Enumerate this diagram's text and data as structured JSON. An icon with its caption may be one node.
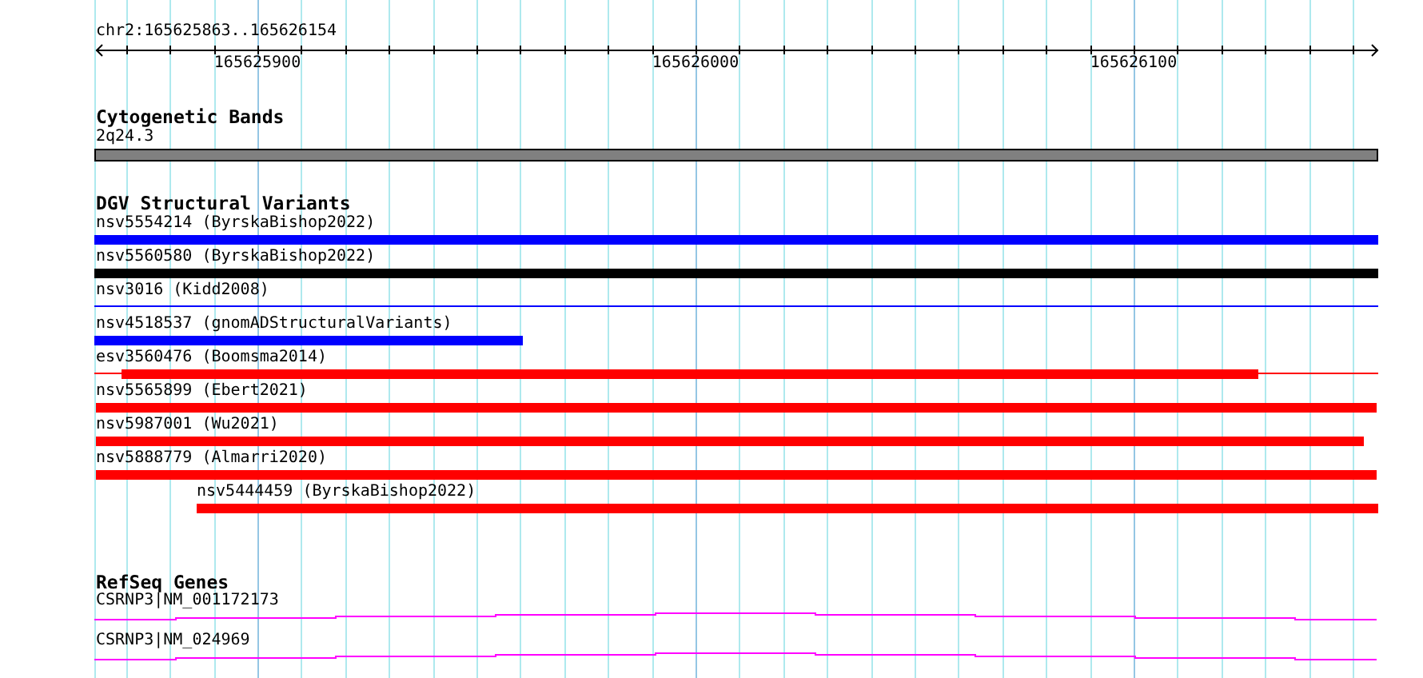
{
  "diagram": {
    "nodes": [
      {
        "text": [
          "2q24.3"
        ]
      },
      {
        "text": [
          "nsv5554214 (ByrskaBishop2022)"
        ]
      },
      {
        "text": [
          "nsv5560580 (ByrskaBishop2022)"
        ]
      },
      {
        "text": [
          "nsv3016 (Kidd2008)"
        ]
      },
      {
        "text": [
          "nsv4518537 (gnomADStructuralVariants)"
        ]
      },
      {
        "text": [
          "esv3560476 (Boomsma2014)"
        ]
      },
      {
        "text": [
          "nsv5565899 (Ebert2021)"
        ]
      },
      {
        "text": [
          "nsv5987001 (Wu2021)"
        ]
      },
      {
        "text": [
          "nsv5888779 (Almarri2020)"
        ]
      },
      {
        "text": [
          "nsv5444459 (ByrskaBishop2022)"
        ]
      },
      {
        "text": [
          "CSRNP3|NM_001172173"
        ]
      },
      {
        "text": [
          "CSRNP3|NM_024969"
        ]
      }
    ],
    "labels": [
      "chr2:165625863..165626154",
      "165625900",
      "165626000",
      "165626100",
      "Cytogenetic Bands",
      "DGV Structural Variants",
      "RefSeq Genes"
    ]
  }
}
